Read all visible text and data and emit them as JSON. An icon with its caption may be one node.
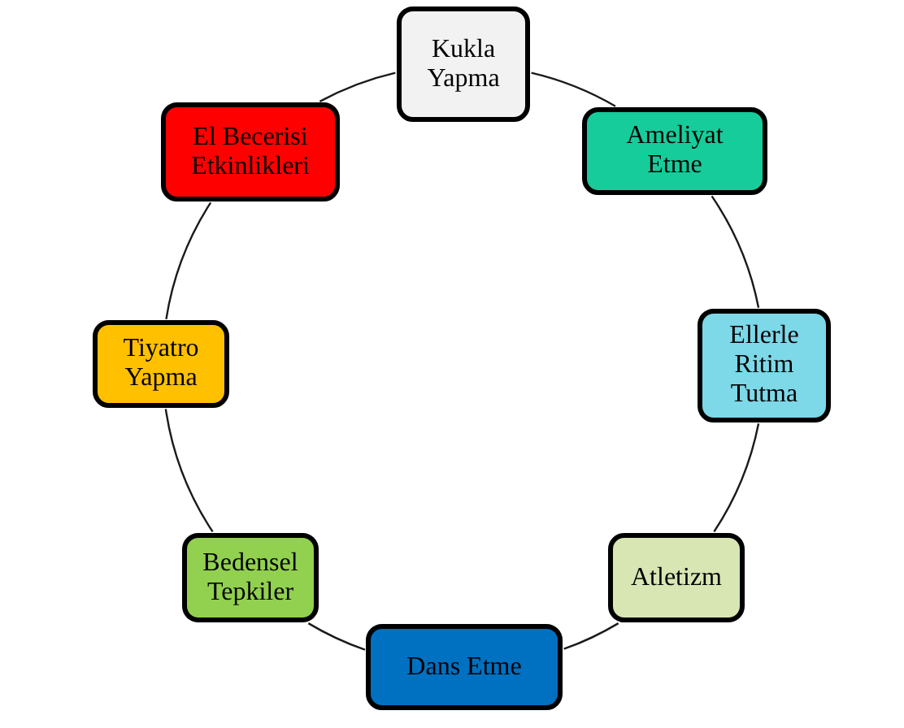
{
  "diagram": {
    "nodes": [
      {
        "text": [
          "Kukla Yapma"
        ]
      },
      {
        "text": [
          "Ameliyat Etme"
        ]
      },
      {
        "text": [
          "Ellerle Ritim Tutma"
        ]
      },
      {
        "text": [
          "Atletizm"
        ]
      },
      {
        "text": [
          "Dans Etme"
        ]
      },
      {
        "text": [
          "Bedensel Tepkiler"
        ]
      },
      {
        "text": [
          "Tiyatro Yapma"
        ]
      },
      {
        "text": [
          "El Becerisi Etkinlikleri"
        ]
      }
    ],
    "edges": [
      {
        "from": 0,
        "to": 1,
        "arrow": "none"
      },
      {
        "from": 1,
        "to": 2,
        "arrow": "none"
      },
      {
        "from": 2,
        "to": 3,
        "arrow": "none"
      },
      {
        "from": 3,
        "to": 4,
        "arrow": "none"
      },
      {
        "from": 4,
        "to": 5,
        "arrow": "none"
      },
      {
        "from": 5,
        "to": 6,
        "arrow": "none"
      },
      {
        "from": 6,
        "to": 7,
        "arrow": "none"
      },
      {
        "from": 7,
        "to": 0,
        "arrow": "none"
      }
    ]
  }
}
